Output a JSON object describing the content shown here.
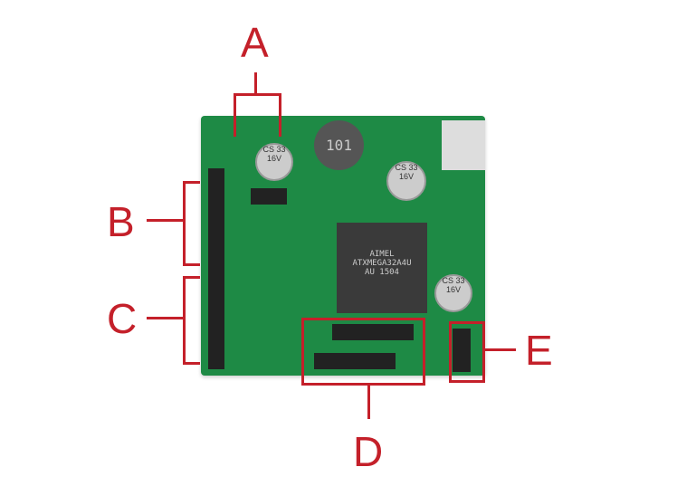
{
  "labels": {
    "a": "A",
    "b": "B",
    "c": "C",
    "d": "D",
    "e": "E"
  },
  "chip": {
    "brand": "AIMEL",
    "part": "ATXMEGA32A4U",
    "code": "AU 1504"
  },
  "inductor": "101",
  "cap": "CS 33 16V",
  "colors": {
    "pcb": "#1e8a45",
    "label": "#c4202a"
  }
}
